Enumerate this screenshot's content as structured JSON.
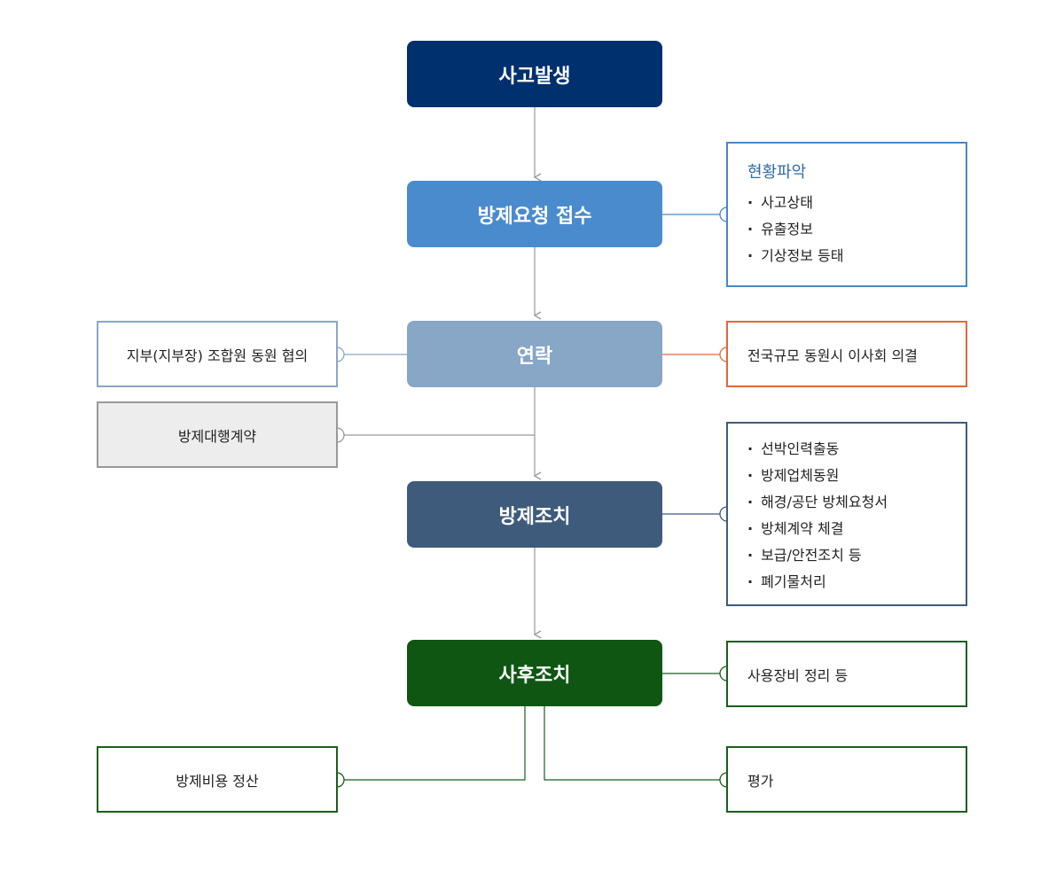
{
  "flow": {
    "accident": "사고발생",
    "request": "방제요청 접수",
    "contact": "연락",
    "action": "방제조치",
    "follow_up": "사후조치"
  },
  "status_check": {
    "title": "현황파악",
    "items": [
      "사고상태",
      "유출정보",
      "기상정보 등태"
    ]
  },
  "branch_consult": "지부(지부장) 조합원 동원 협의",
  "board_resolution": "전국규모 동원시 이사회 의결",
  "contract": "방제대행계약",
  "action_items": [
    "선박인력출동",
    "방제업체동원",
    "해경/공단 방체요청서",
    "방체계약 체결",
    "보급/안전조치 등",
    "폐기물처리"
  ],
  "equipment": "사용장비 정리 등",
  "cost_settlement": "방제비용 정산",
  "evaluation": "평가",
  "colors": {
    "navy": "#00306e",
    "blue": "#4a8bcd",
    "grey_blue": "#88a6c6",
    "slate": "#3e5b7b",
    "green": "#0e5612",
    "orange": "#e0673e"
  }
}
